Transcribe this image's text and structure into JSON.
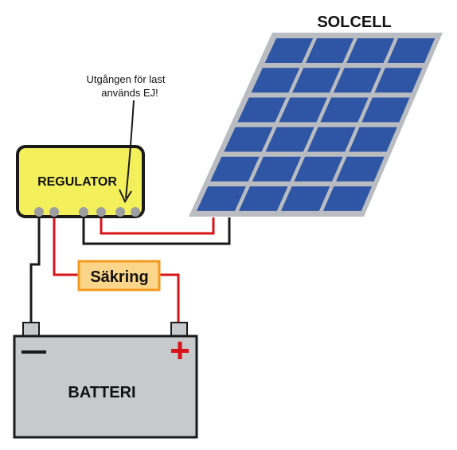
{
  "labels": {
    "solar_panel": "SOLCELL",
    "regulator": "REGULATOR",
    "fuse": "Säkring",
    "battery": "BATTERI",
    "note_line1": "Utgången för last",
    "note_line2": "används EJ!",
    "battery_negative": "−",
    "battery_positive": "+"
  },
  "colors": {
    "positive_wire": "#d7141a",
    "negative_wire": "#1a1a1a",
    "regulator_fill": "#f3f05c",
    "fuse_fill": "#fbd58a",
    "fuse_border": "#f39a1e",
    "panel_cell": "#2f55a5",
    "panel_frame": "#b9bcc0",
    "battery_fill": "#c8c9cb"
  },
  "panel": {
    "rows": 6,
    "cols": 4
  }
}
